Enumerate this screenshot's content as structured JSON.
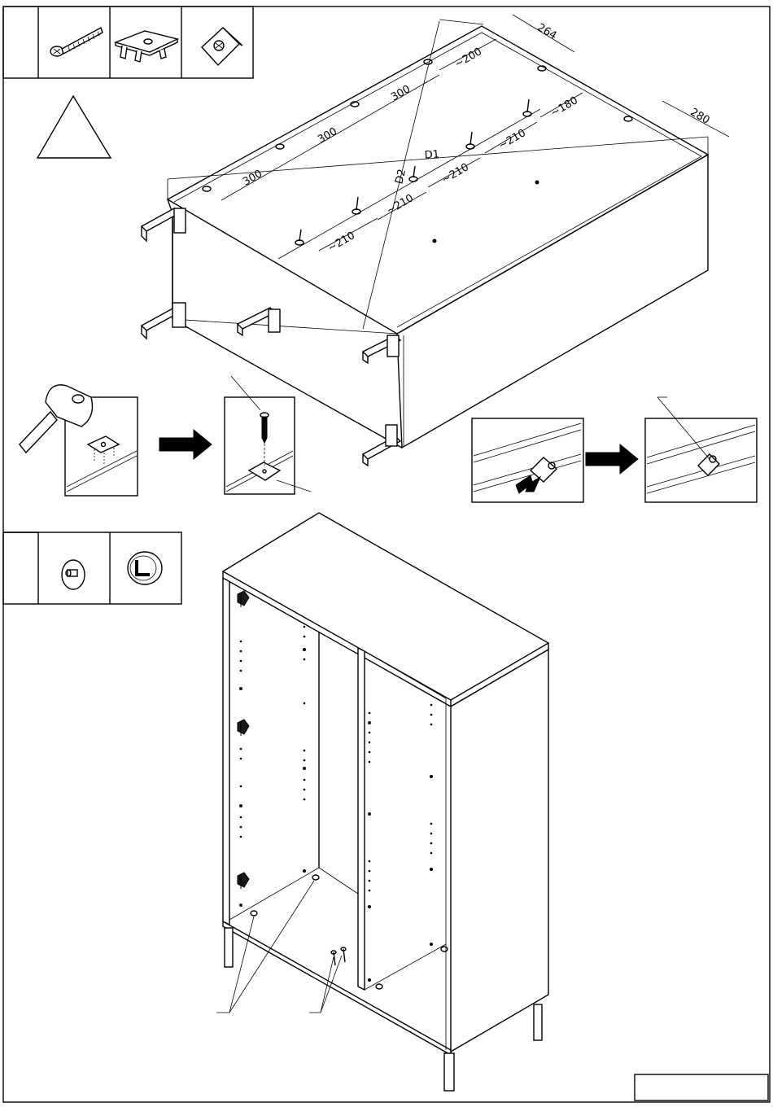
{
  "dimensions": {
    "depth_left": "264",
    "depth_right": "280",
    "spacing_top": "~200",
    "spacing_300_a": "300",
    "spacing_300_b": "300",
    "spacing_300_c": "300",
    "spacing_180": "~180",
    "spacing_210_a": "~210",
    "spacing_210_b": "~210",
    "spacing_210_c": "~210",
    "spacing_210_d": "~210",
    "diagonal_1": "D1",
    "diagonal_2": "D2"
  },
  "parts_box_a": {
    "items": [
      "screw-icon",
      "glide-plate-icon",
      "corner-bracket-icon"
    ]
  },
  "parts_box_b": {
    "items": [
      "cam-dowel-icon",
      "cap-cover-icon"
    ]
  },
  "colors": {
    "line": "#000000",
    "background": "#ffffff"
  }
}
